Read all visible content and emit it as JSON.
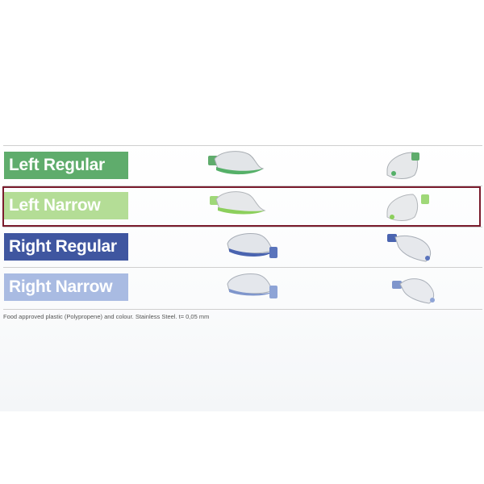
{
  "rows": [
    {
      "label": "Left Regular",
      "color": "#5fac6c",
      "accent": "#6cc07a",
      "band": "#55b068"
    },
    {
      "label": "Left Narrow",
      "color": "#b4dd96",
      "accent": "#9fd878",
      "band": "#8ccf5c"
    },
    {
      "label": "Right Regular",
      "color": "#3f56a0",
      "accent": "#5a74bc",
      "band": "#4a64b0"
    },
    {
      "label": "Right Narrow",
      "color": "#a9bbe2",
      "accent": "#8ea4d6",
      "band": "#7f96cc"
    }
  ],
  "selected_row": "Left Narrow",
  "icons": [
    "matrix-band-side-view-icon",
    "matrix-band-front-view-icon"
  ],
  "footnote": "Food approved plastic (Polypropene) and colour. Stainless Steel. t= 0,05 mm"
}
